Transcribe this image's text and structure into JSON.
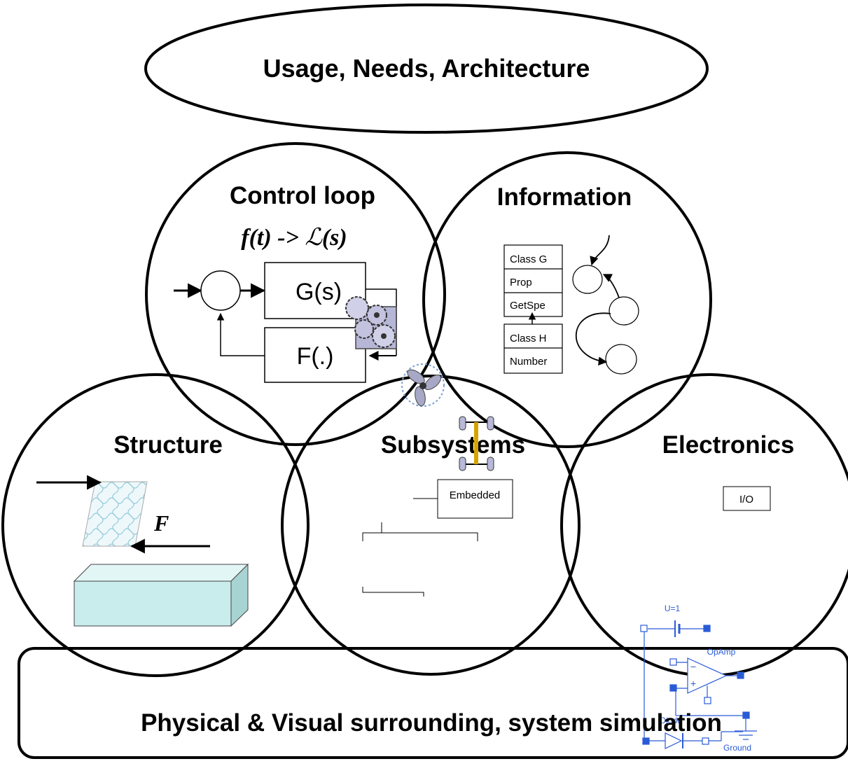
{
  "top_ellipse": {
    "label": "Usage, Needs, Architecture"
  },
  "control_loop": {
    "title": "Control loop",
    "formula_left": "f(t) -> ",
    "formula_laplace": "ℒ",
    "formula_right": "(s)",
    "box_g": "G(s)",
    "box_f": "F(.)"
  },
  "information": {
    "title": "Information",
    "class_g": [
      "Class G",
      "Prop",
      "GetSpe"
    ],
    "class_h": [
      "Class H",
      "Number"
    ]
  },
  "structure": {
    "title": "Structure",
    "force_label": "F"
  },
  "subsystems": {
    "title": "Subsystems",
    "embedded_label": "Embedded"
  },
  "electronics": {
    "title": "Electronics",
    "io_label": "I/O",
    "circuit": {
      "source": "U=1",
      "opamp": "OpAmp",
      "diode": "Diode",
      "ground": "Ground"
    }
  },
  "bottom_box": {
    "label": "Physical & Visual surrounding, system simulation"
  },
  "colors": {
    "stroke": "#000000",
    "block_face": "#c9ecec",
    "block_top": "#e3f6f6",
    "block_side": "#a8d3d3",
    "circuit_blue": "#2a5bd7"
  }
}
